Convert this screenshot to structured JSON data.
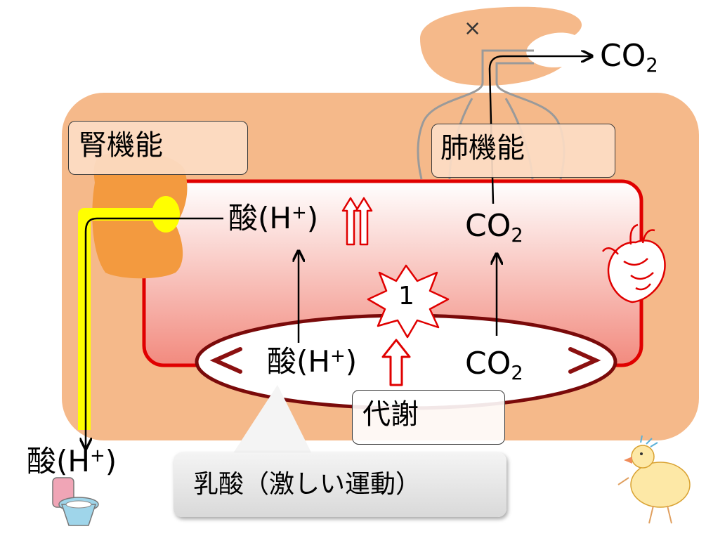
{
  "organs": {
    "kidney_label": "腎機能",
    "lung_label": "肺機能",
    "metabolism_label": "代謝",
    "lactic_label": "乳酸（激しい運動）"
  },
  "badge": {
    "number": "1"
  },
  "marks": {
    "cross": "×"
  },
  "acid": {
    "base": "酸(H",
    "plus": "+",
    "close": ")"
  },
  "co2": {
    "base": "CO",
    "sub": "2"
  },
  "colors": {
    "body": "#f5b98a",
    "blood_border": "#e00000",
    "kidney": "#f39a3f",
    "urine": "#ffff00",
    "metabolism_ring": "#8b0000"
  },
  "icons": [
    "heart-icon",
    "kidney-icon",
    "lung-icon",
    "toilet-icon",
    "chick-icon",
    "explosion-badge-icon",
    "double-up-arrow-icon",
    "hollow-up-arrow-icon"
  ]
}
